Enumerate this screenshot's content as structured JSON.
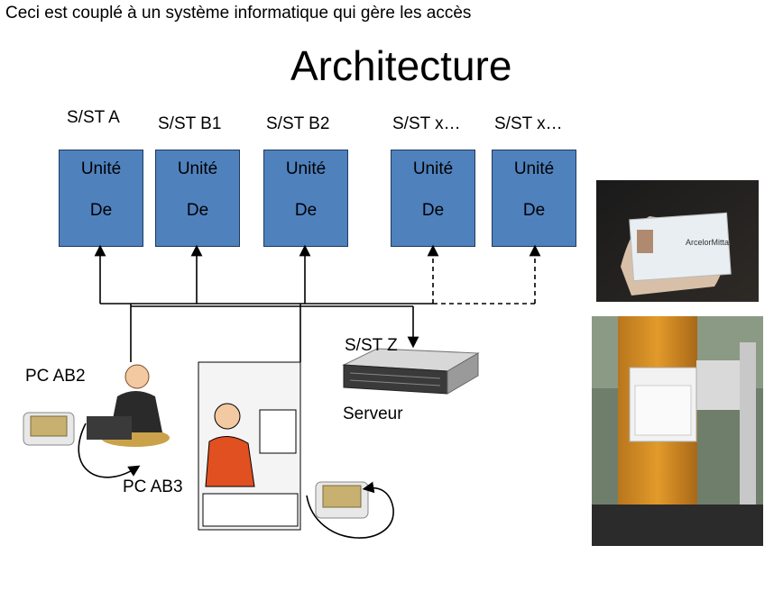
{
  "caption": "Ceci est couplé à un système informatique qui gère les accès",
  "title": "Architecture",
  "units": [
    {
      "label": "S/ST A",
      "line1": "Unité",
      "line2": "De"
    },
    {
      "label": "S/ST B1",
      "line1": "Unité",
      "line2": "De"
    },
    {
      "label": "S/ST B2",
      "line1": "Unité",
      "line2": "De"
    },
    {
      "label": "S/ST x…",
      "line1": "Unité",
      "line2": "De"
    },
    {
      "label": "S/ST x…",
      "line1": "Unité",
      "line2": "De"
    }
  ],
  "server": {
    "label": "S/ST Z",
    "caption": "Serveur"
  },
  "pcs": {
    "pc_ab2": "PC AB2",
    "pc_ab3": "PC AB3"
  },
  "photo_badge": {
    "brand": "ArcelorMittal"
  },
  "colors": {
    "unit_fill": "#4f81bd",
    "line": "#000000"
  }
}
